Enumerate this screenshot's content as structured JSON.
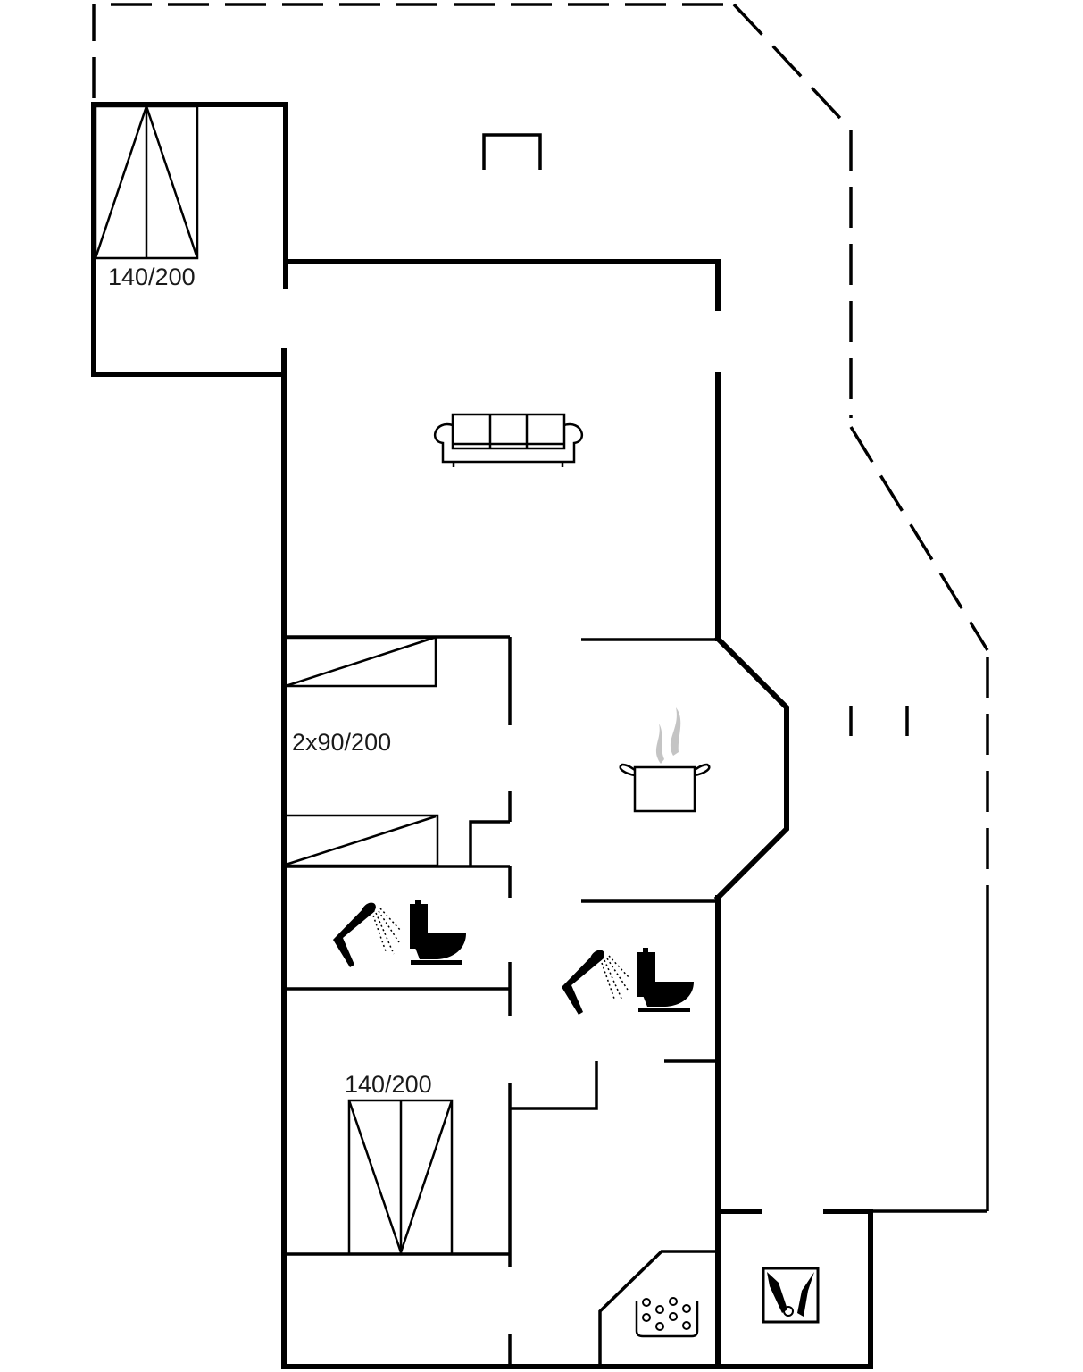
{
  "floorplan": {
    "rooms": [
      {
        "id": "bedroom-1",
        "type": "bedroom",
        "bed_label": "140/200",
        "icon": "double-bed-icon"
      },
      {
        "id": "living-room",
        "type": "living",
        "icon": "sofa-icon"
      },
      {
        "id": "bedroom-2",
        "type": "bedroom",
        "bed_label": "2x90/200",
        "icon": "single-beds-icon"
      },
      {
        "id": "kitchen",
        "type": "kitchen",
        "icon": "cooking-pot-icon"
      },
      {
        "id": "bathroom-1",
        "type": "bathroom",
        "icons": [
          "shower-icon",
          "toilet-icon"
        ]
      },
      {
        "id": "bathroom-2",
        "type": "bathroom",
        "icons": [
          "shower-icon",
          "toilet-icon"
        ]
      },
      {
        "id": "bedroom-3",
        "type": "bedroom",
        "bed_label": "140/200",
        "icon": "double-bed-icon"
      },
      {
        "id": "sauna",
        "type": "sauna",
        "icon": "sauna-stones-icon"
      },
      {
        "id": "utility",
        "type": "utility",
        "icon": "washing-machine-icon"
      }
    ],
    "labels": {
      "bed_top_left": "140/200",
      "bed_middle": "2x90/200",
      "bed_bottom": "140/200"
    },
    "colors": {
      "wall": "#000000",
      "background": "#ffffff",
      "steam": "#bfbfbf"
    }
  }
}
